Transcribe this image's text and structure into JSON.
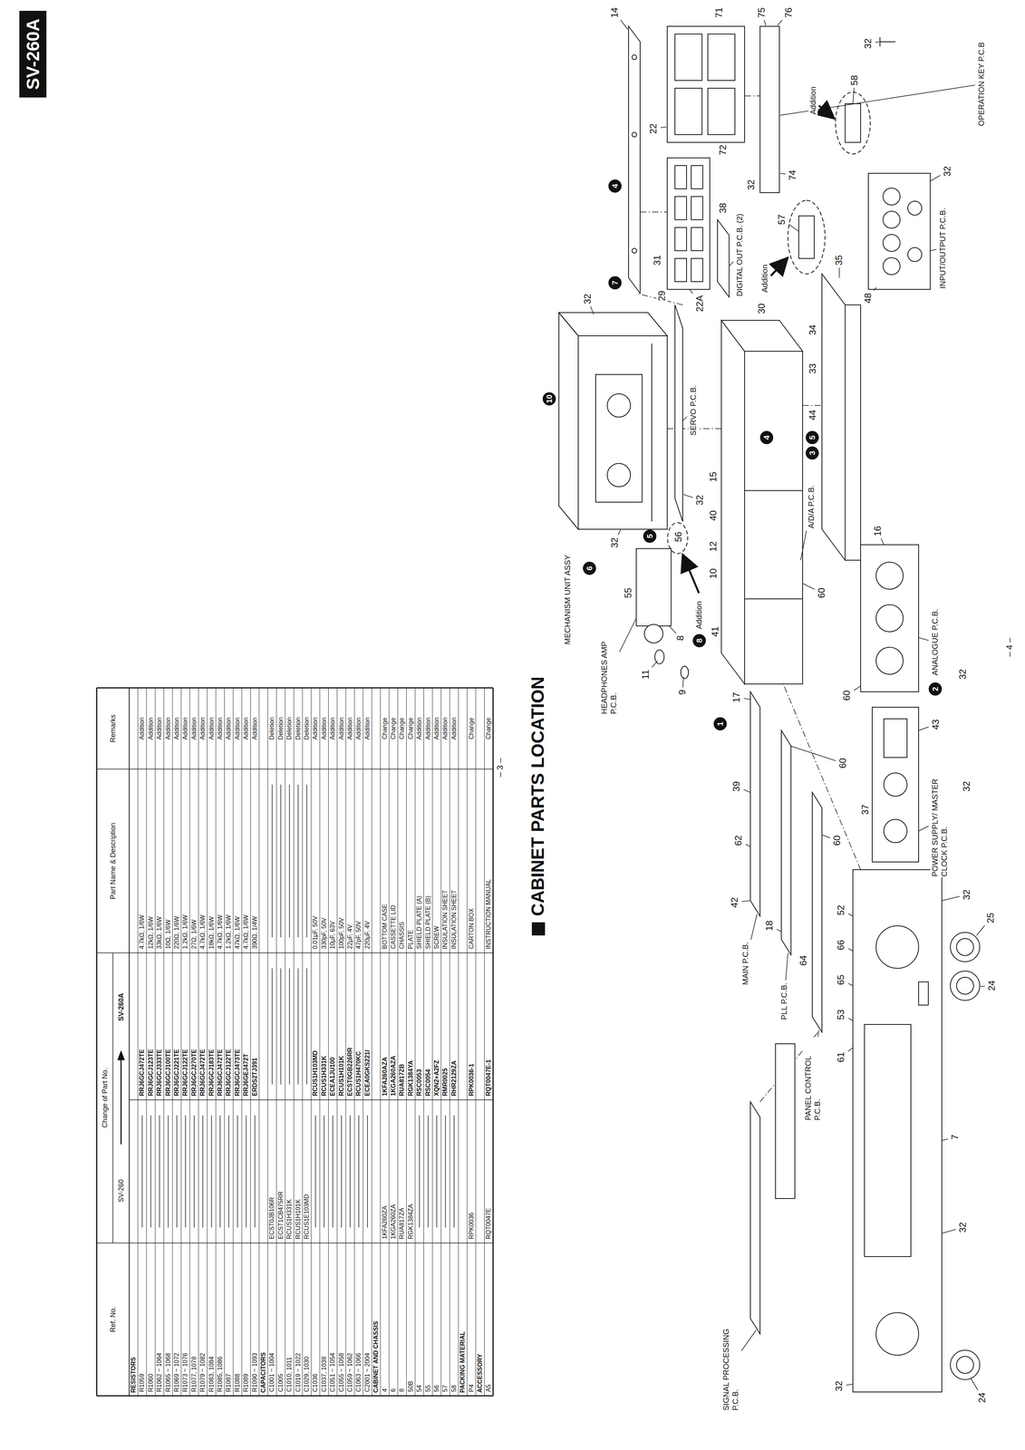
{
  "diagram": {
    "title": "CABINET PARTS LOCATION",
    "nodes": [
      {
        "text": [
          "SV-260A"
        ]
      },
      {
        "text": [
          "10"
        ]
      },
      {
        "text": [
          "6"
        ]
      },
      {
        "text": [
          "7"
        ]
      },
      {
        "text": [
          "4"
        ]
      },
      {
        "text": [
          "4"
        ]
      },
      {
        "text": [
          "8"
        ]
      },
      {
        "text": [
          "5"
        ]
      },
      {
        "text": [
          "1"
        ]
      },
      {
        "text": [
          "3"
        ]
      },
      {
        "text": [
          "5"
        ]
      },
      {
        "text": [
          "2"
        ]
      }
    ],
    "labels": [
      "Ref. No.",
      "Change of Part No.",
      "SV-260",
      "SV-260A",
      "Part Name & Description",
      "Remarks",
      "RESISTORS",
      "R1059",
      "RRJ6GCJ472TE",
      "4.7kΩ, 1/6W",
      "Addition",
      "R1060",
      "RRJ6GCJ123TE",
      "12kΩ, 1/6W",
      "Addition",
      "R1062 ~ 1064",
      "RRJ6GCJ333TE",
      "33kΩ, 1/6W",
      "Addition",
      "R1065 ~ 1068",
      "RRJ6GCJ100TE",
      "10Ω, 1/6W",
      "Addition",
      "R1069 ~ 1072",
      "RRJ6GCJ221TE",
      "220Ω, 1/6W",
      "Addition",
      "R1073 ~ 1076",
      "RRJ6GCJ122TE",
      "1.2kΩ, 1/6W",
      "Addition",
      "R1077, 1078",
      "RRJ6GCJ270TE",
      "27Ω, 1/6W",
      "Addition",
      "R1079 ~ 1082",
      "RRJ6GCJ472TE",
      "4.7kΩ, 1/6W",
      "Addition",
      "R1083, 1084",
      "RRJ6GCJ183TE",
      "18kΩ, 1/6W",
      "Addition",
      "R1085, 1086",
      "RRJ6GCJ472TE",
      "4.7kΩ, 1/6W",
      "Addition",
      "R1087",
      "RRJ6GCJ122TE",
      "1.2kΩ, 1/6W",
      "Addition",
      "R1088",
      "RRJ6GCJ473TE",
      "47kΩ, 1/6W",
      "Addition",
      "R1089",
      "RRJ6GEJ472T",
      "4.7kΩ, 1/6W",
      "Addition",
      "R1090 ~ 1093",
      "ERDS2TJ391",
      "390Ω, 1/4W",
      "Addition",
      "CAPACITORS",
      "C1001 ~ 1004",
      "ECST0JB106R",
      "Deletion",
      "C1005",
      "ECST1CB475RR",
      "Deletion",
      "C1010, 1011",
      "RCUS1H331K",
      "Deletion",
      "C1019 ~ 1022",
      "RCUS1H101K",
      "Deletion",
      "C1029, 1030",
      "RCUS1E103MD",
      "Deletion",
      "C1036",
      "RCUS1H103MD",
      "0.01µF, 50V",
      "Addition",
      "C1037, 1038",
      "RCUS1H331K",
      "330pF, 50V",
      "Addition",
      "C1051 ~ 1054",
      "ECEA1JU100",
      "10µF, 63V",
      "Addition",
      "C1055 ~ 1058",
      "RCUS1H101K",
      "100pF, 50V",
      "Addition",
      "C1059 ~ 1062",
      "ECST0GB226RR",
      "22µF, 4V",
      "Addition",
      "C1063 ~ 1066",
      "RCUS1H470KC",
      "47pF, 50V",
      "Addition",
      "C2001 ~ 2004",
      "ECEA0GKS221I",
      "220µF, 4V",
      "Addition",
      "CABINET AND CHASSIS",
      "4",
      "1KFA260ZA",
      "1KFA260AZA",
      "BOTTOM CASE",
      "Change",
      "6",
      "1KGA260ZA",
      "1KGA260AZA",
      "CASSETTE LID",
      "Change",
      "8",
      "RUA817ZA",
      "RUA817ZB",
      "CHASSIS",
      "Change",
      "50B",
      "RGK1384ZA",
      "RGK1384YA",
      "PLATE",
      "Change",
      "54",
      "RSC0053",
      "SHIELD PLATE (A)",
      "Addition",
      "55",
      "RSC0054",
      "SHIELD PLATE (B)",
      "Addition",
      "56",
      "XQN2+A2FZ",
      "SCREW",
      "Addition",
      "57",
      "RMR0025",
      "INSULATION SHEET",
      "Addition",
      "58",
      "RHR2129ZA",
      "INSULATION SHEET",
      "Addition",
      "PACKING MATERIAL",
      "P4",
      "RPK0036",
      "RPK0036-1",
      "CARTON BOX",
      "Change",
      "ACCESSORY",
      "A5",
      "RQT0047E",
      "RQT0047E-1",
      "INSTRUCTION MANUAL",
      "Change",
      "– 3 –",
      "OPERATION KEY P.C.B",
      "MECHANISM UNIT ASSY",
      "SERVO P.C.B.",
      "DIGITAL OUT P.C.B. (2)",
      "HEADPHONES AMP P.C.B.",
      "MAIN P.C.B.",
      "PLL P.C.B.",
      "PANEL CONTROL P.C.B.",
      "SIGNAL PROCESSING P.C.B.",
      "A/D/A P.C.B.",
      "POWER SUPPLY/ MASTER CLOCK P.C.B.",
      "ANALOGUE P.C.B.",
      "INPUT/OUTPUT P.C.B.",
      "Addition",
      "Addition",
      "Addition",
      "32",
      "32",
      "8",
      "11",
      "9",
      "55",
      "56",
      "32",
      "17",
      "39",
      "62",
      "10",
      "12",
      "41",
      "40",
      "15",
      "44",
      "42",
      "18",
      "64",
      "61",
      "53",
      "65",
      "66",
      "52",
      "60",
      "60",
      "60",
      "60",
      "37",
      "43",
      "16",
      "48",
      "35",
      "57",
      "58",
      "32",
      "32",
      "14",
      "22",
      "71",
      "72",
      "75",
      "76",
      "74",
      "32",
      "22A",
      "29",
      "31",
      "30",
      "33",
      "34",
      "38",
      "32",
      "32",
      "7",
      "24",
      "24",
      "25",
      "32",
      "32",
      "32",
      "– 4 –"
    ]
  }
}
